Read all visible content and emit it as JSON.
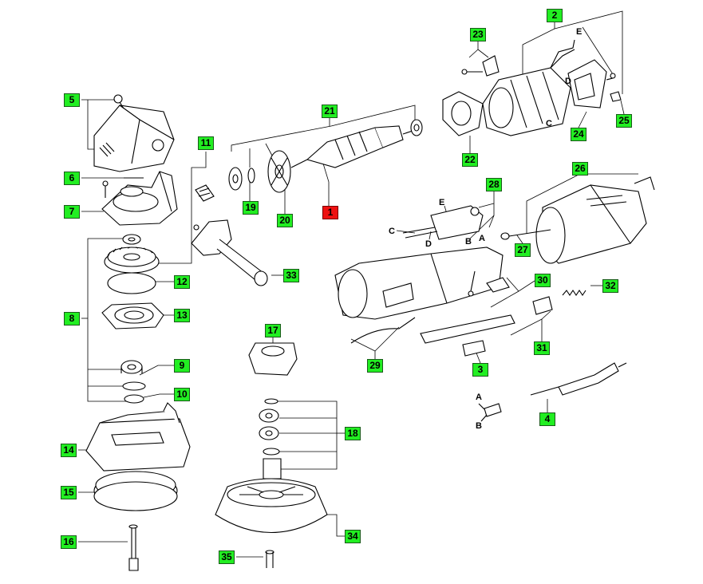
{
  "colors": {
    "label_fill": "#22ee22",
    "highlight_fill": "#ee1111",
    "line": "#000000"
  },
  "callouts": {
    "p1": "1",
    "p2": "2",
    "p3": "3",
    "p4": "4",
    "p5": "5",
    "p6": "6",
    "p7": "7",
    "p8": "8",
    "p9": "9",
    "p10": "10",
    "p11": "11",
    "p12": "12",
    "p13": "13",
    "p14": "14",
    "p15": "15",
    "p16": "16",
    "p17": "17",
    "p18": "18",
    "p19": "19",
    "p20": "20",
    "p21": "21",
    "p22": "22",
    "p23": "23",
    "p24": "24",
    "p25": "25",
    "p26": "26",
    "p27": "27",
    "p28": "28",
    "p29": "29",
    "p30": "30",
    "p31": "31",
    "p32": "32",
    "p33": "33",
    "p34": "34",
    "p35": "35"
  },
  "highlighted_part": "1",
  "letters": {
    "a1": "A",
    "b1": "B",
    "c1": "C",
    "d1": "D",
    "e1": "E",
    "c2": "C",
    "d2": "D",
    "e2": "E",
    "a2": "A",
    "b2": "B"
  }
}
